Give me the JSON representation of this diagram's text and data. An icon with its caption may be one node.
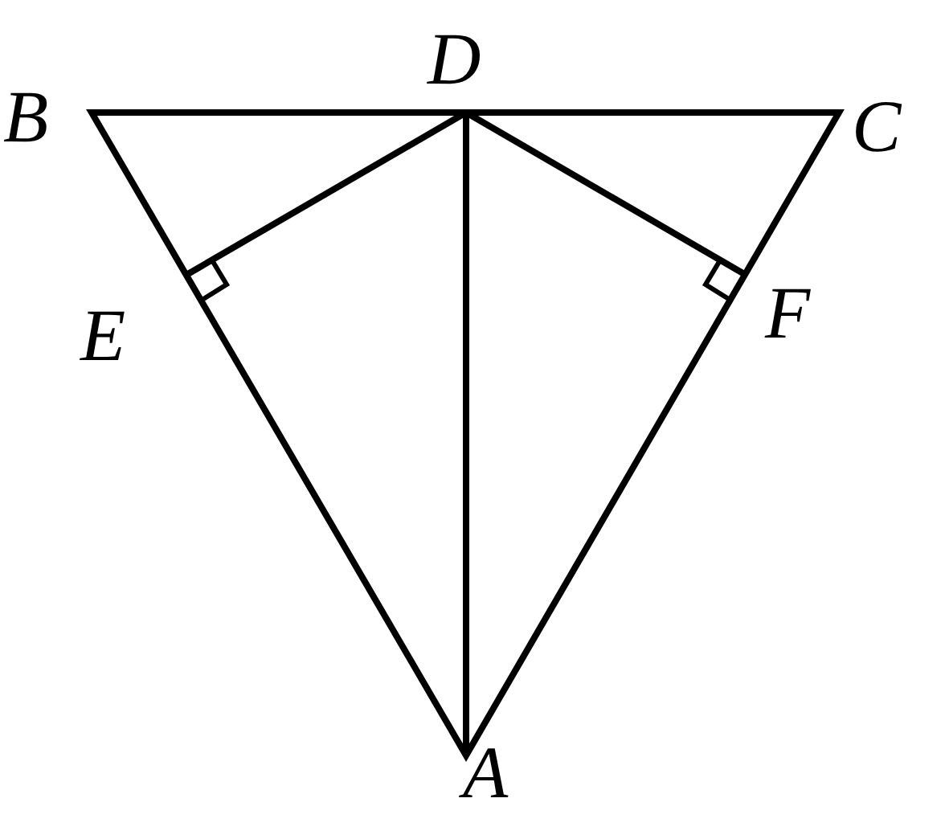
{
  "diagram": {
    "labels": [
      "D",
      "B",
      "C",
      "E",
      "F",
      "A"
    ]
  }
}
